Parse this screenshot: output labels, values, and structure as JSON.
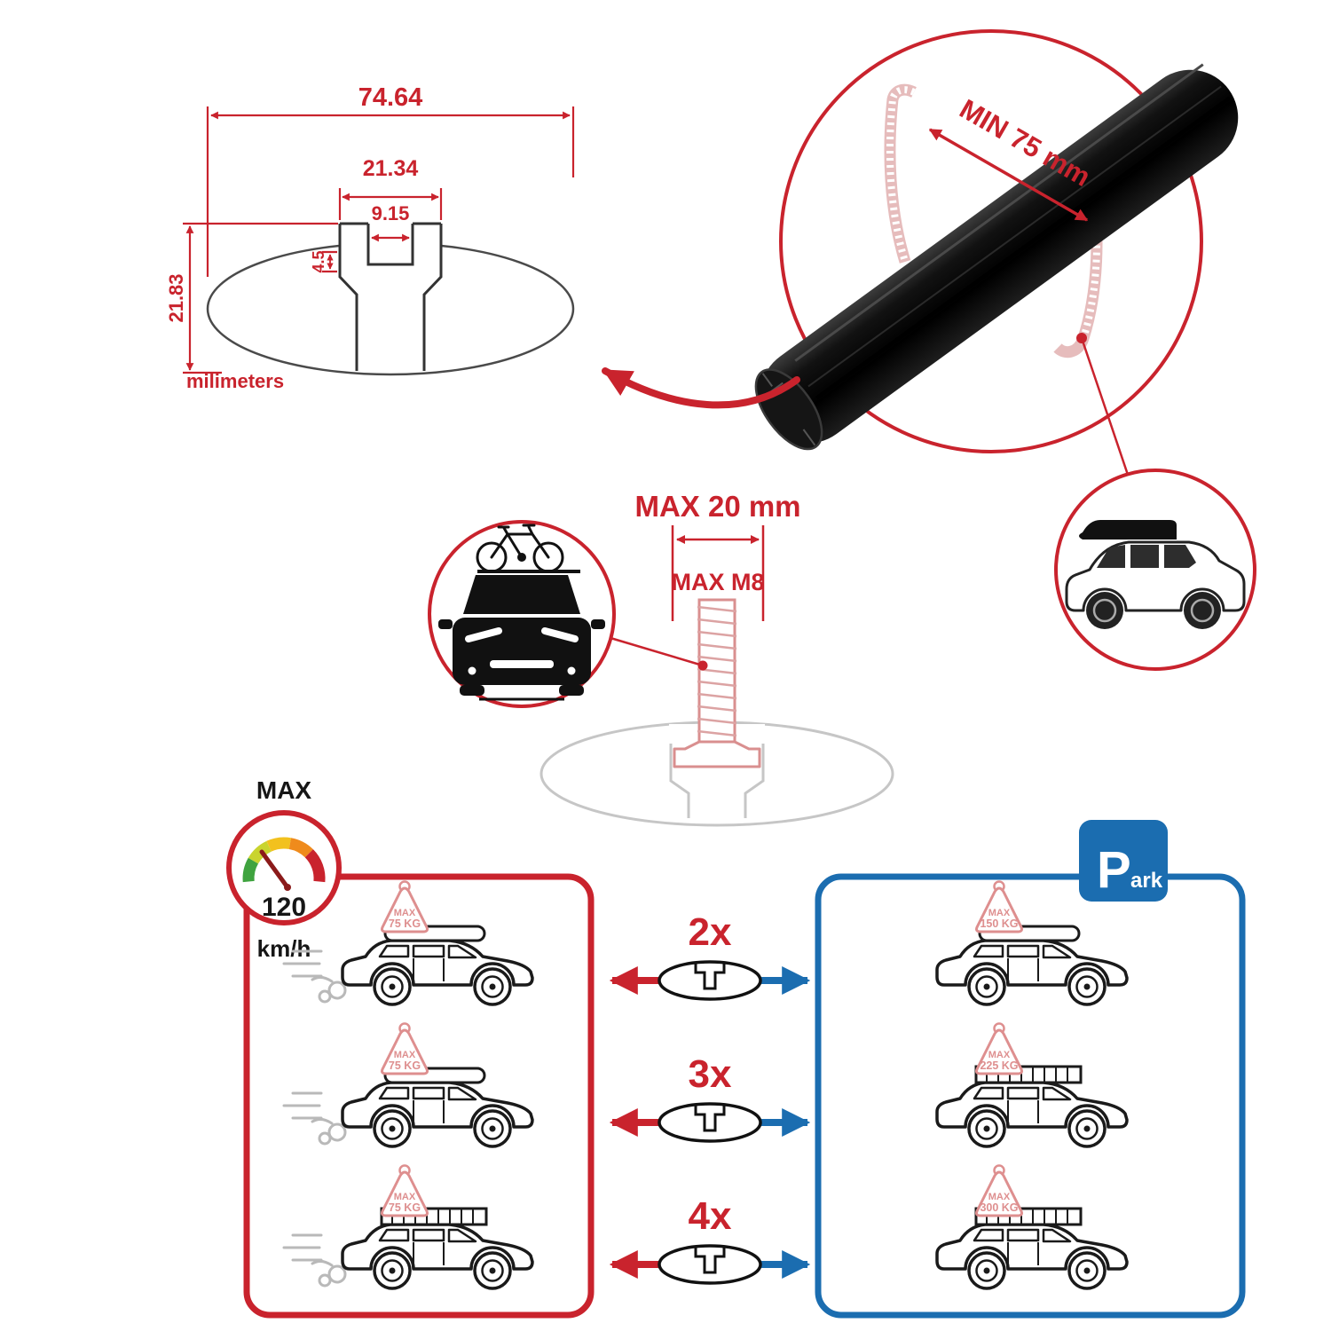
{
  "colors": {
    "accent_red": "#c9232d",
    "light_red": "#de8f8f",
    "accent_blue": "#1b6db0",
    "bar_black": "#141414"
  },
  "dimension_drawing": {
    "total_width": "74.64",
    "block_width": "21.34",
    "slot_width": "9.15",
    "step_height": "4.5",
    "total_height": "21.83",
    "units": "milimeters"
  },
  "crossbar_detail": {
    "min_span": "MIN 75 mm"
  },
  "bolt_detail": {
    "max_width": "MAX 20 mm",
    "max_thread": "MAX M8"
  },
  "speed_limit": {
    "label": "MAX",
    "value": "120",
    "unit": "km/h"
  },
  "park_sign": {
    "letter": "P",
    "suffix": "ark"
  },
  "bar_quantities": [
    {
      "label": "2x"
    },
    {
      "label": "3x"
    },
    {
      "label": "4x"
    }
  ],
  "moving_cars": [
    {
      "tag_label": "MAX",
      "tag_value": "75 KG"
    },
    {
      "tag_label": "MAX",
      "tag_value": "75 KG"
    },
    {
      "tag_label": "MAX",
      "tag_value": "75 KG"
    }
  ],
  "parked_cars": [
    {
      "tag_label": "MAX",
      "tag_value": "150 KG"
    },
    {
      "tag_label": "MAX",
      "tag_value": "225 KG"
    },
    {
      "tag_label": "MAX",
      "tag_value": "300 KG"
    }
  ]
}
